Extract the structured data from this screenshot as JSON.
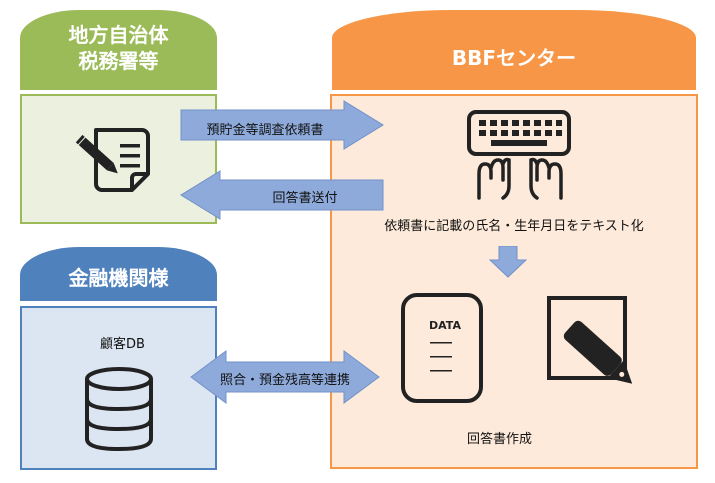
{
  "government": {
    "title_line1": "地方自治体",
    "title_line2": "税務署等"
  },
  "bbf": {
    "title": "BBFセンター"
  },
  "bank": {
    "title": "金融機関様",
    "db_label": "顧客DB"
  },
  "flows": {
    "request": "預貯金等調査依頼書",
    "reply": "回答書送付",
    "match": "照合・預金残高等連携"
  },
  "steps": {
    "digitize": "依頼書に記載の氏名・生年月日をテキスト化",
    "create_answer": "回答書作成",
    "data_label": "DATA"
  },
  "colors": {
    "green": "#9bbb59",
    "green_light": "#ebf1de",
    "orange": "#f79646",
    "orange_light": "#fdeada",
    "blue": "#4f81bd",
    "blue_light": "#dce6f2",
    "arrow": "#8eaadb"
  }
}
